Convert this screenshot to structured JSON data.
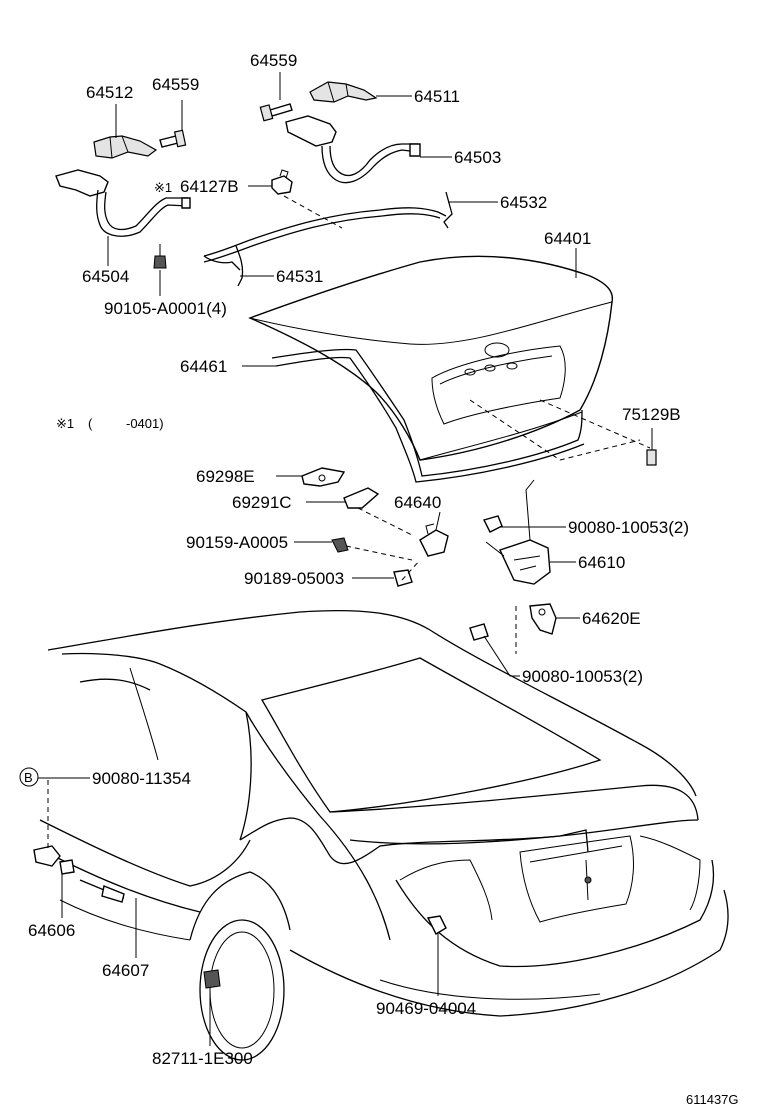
{
  "labels": {
    "p64559a": "64559",
    "p64511": "64511",
    "p64512": "64512",
    "p64559b": "64559",
    "p64503": "64503",
    "p64127b": "64127B",
    "mark1": "※1",
    "p64532": "64532",
    "p64401": "64401",
    "p64504": "64504",
    "p64531": "64531",
    "p90105": "90105-A0001(4)",
    "p64461": "64461",
    "p75129b": "75129B",
    "note_mark": "※1",
    "note_paren_open": "(",
    "note_range": "-0401)",
    "p69298e": "69298E",
    "p69291c": "69291C",
    "p64640": "64640",
    "p90080a": "90080-10053(2)",
    "p90159": "90159-A0005",
    "p64610": "64610",
    "p90189": "90189-05003",
    "p64620e": "64620E",
    "p90080b": "90080-10053(2)",
    "callout_b": "B",
    "p90080c": "90080-11354",
    "p64606": "64606",
    "p64607": "64607",
    "p90469": "90469-04004",
    "p82711": "82711-1E300",
    "figure_id": "611437G"
  },
  "icons": [
    "hinge-icon",
    "bolt-icon",
    "torsion-bar-icon",
    "trunk-lid-icon",
    "lock-icon",
    "car-body-icon"
  ]
}
